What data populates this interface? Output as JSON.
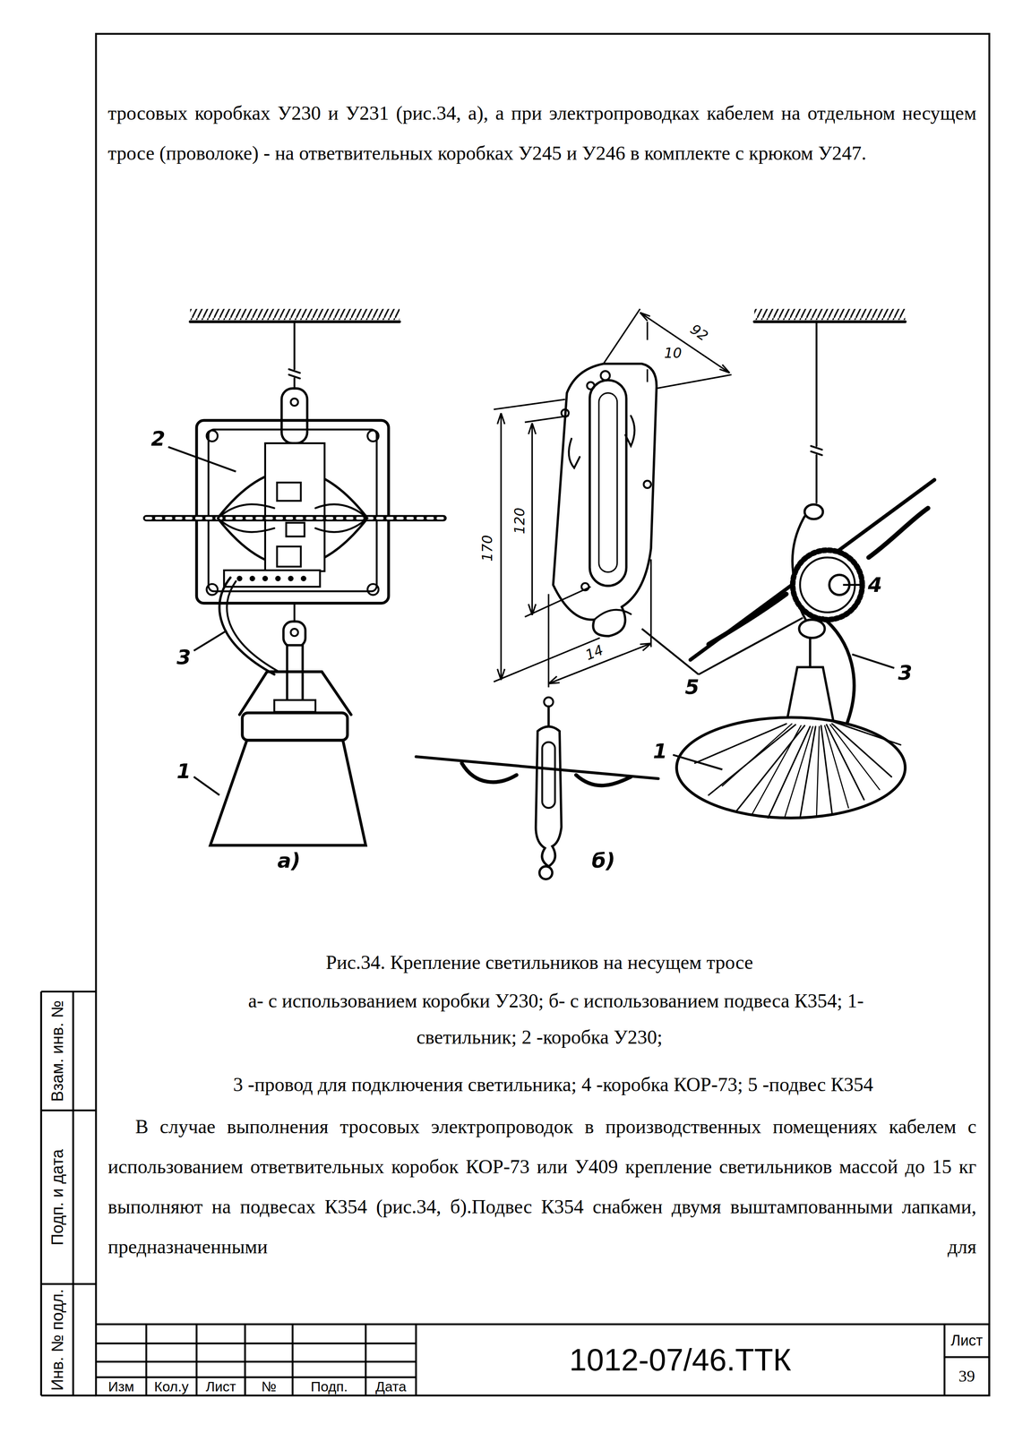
{
  "diagram": {
    "caption": "Рис.34. Крепление светильников на несущем тросе",
    "nodes": [
      {
        "text": [
          "Взам. инв. №"
        ]
      },
      {
        "text": [
          "Подп. и дата"
        ]
      },
      {
        "text": [
          "Инв. № подл."
        ]
      },
      {
        "text": [
          "Изм"
        ]
      },
      {
        "text": [
          "Кол.у"
        ]
      },
      {
        "text": [
          "Лист"
        ]
      },
      {
        "text": [
          "№"
        ]
      },
      {
        "text": [
          "Подп."
        ]
      },
      {
        "text": [
          "Дата"
        ]
      },
      {
        "text": [
          "1012-07/46.ТТК"
        ]
      },
      {
        "text": [
          "Лист"
        ]
      },
      {
        "text": [
          "39"
        ]
      }
    ],
    "labels": [
      "тросовых коробках У230 и У231 (рис.34, а), а при электропроводках кабелем на отдельном несущем тросе (проволоке) - на ответвительных коробках У245 и У246 в комплекте с крюком У247.",
      "2",
      "3",
      "1",
      "а)",
      "92",
      "10",
      "170",
      "120",
      "14",
      "5",
      "б)",
      "4",
      "3",
      "1",
      "а- с использованием коробки У230; б- с использованием подвеса К354; 1-",
      "светильник; 2 -коробка У230;",
      "3 -провод для подключения светильника; 4 -коробка КОР-73; 5 -подвес К354",
      "В случае выполнения тросовых электропроводок в производственных помещениях кабелем с использованием ответвительных коробок КОР-73 или У409 крепление светильников массой до 15 кг выполняют на подвесах К354 (рис.34, б).Подвес К354 снабжен двумя выштампованными лапками, предназначенными для"
    ]
  }
}
